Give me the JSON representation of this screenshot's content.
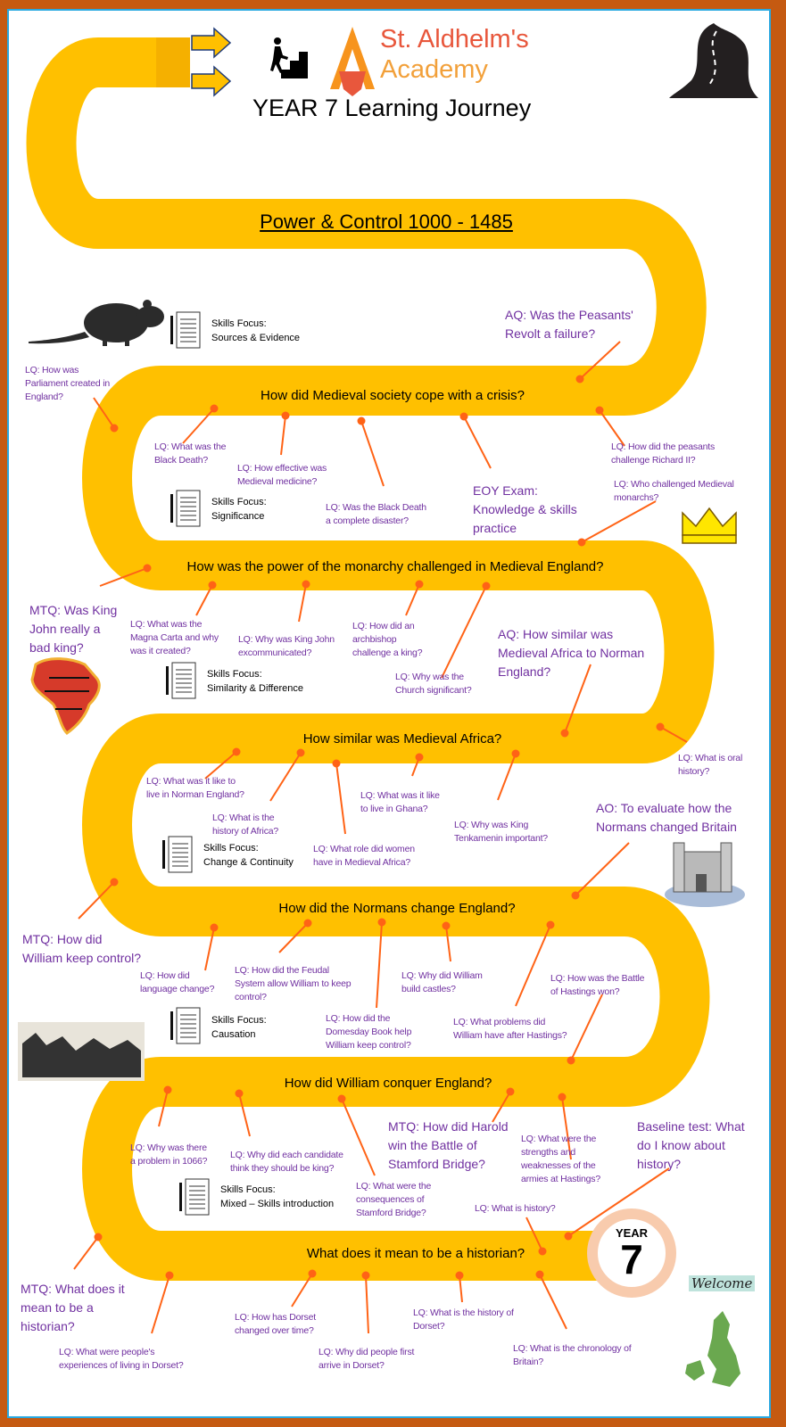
{
  "header": {
    "school_line1": "St. Aldhelm's",
    "school_line2": "Academy",
    "title": "YEAR 7 Learning Journey"
  },
  "road_headings": [
    "Power & Control 1000 - 1485",
    "How did Medieval society cope with a crisis?",
    "How was the power of the monarchy challenged in Medieval England?",
    "How similar was Medieval Africa?",
    "How did the Normans change England?",
    "How did William conquer England?",
    "What does it mean to be a historian?"
  ],
  "skills": [
    {
      "label": "Skills Focus:",
      "value": "Sources & Evidence"
    },
    {
      "label": "Skills Focus:",
      "value": "Significance"
    },
    {
      "label": "Skills Focus:",
      "value": "Similarity & Difference"
    },
    {
      "label": "Skills Focus:",
      "value": "Change & Continuity"
    },
    {
      "label": "Skills Focus:",
      "value": "Causation"
    },
    {
      "label": "Skills Focus:",
      "value": "Mixed – Skills introduction"
    }
  ],
  "questions": [
    {
      "text": "AQ: Was the Peasants'\nRevolt a failure?"
    },
    {
      "text": "LQ: How was\nParliament created in\nEngland?"
    },
    {
      "text": "LQ: What was the\nBlack Death?"
    },
    {
      "text": "LQ: How effective was\nMedieval medicine?"
    },
    {
      "text": "LQ: Was the Black Death\na complete disaster?"
    },
    {
      "text": "EOY Exam:\nKnowledge & skills\npractice"
    },
    {
      "text": "LQ: How did the peasants\nchallenge Richard II?"
    },
    {
      "text": "LQ: Who challenged Medieval\nmonarchs?"
    },
    {
      "text": "MTQ: Was King\nJohn really a\nbad king?"
    },
    {
      "text": "LQ: What was the\nMagna Carta and why\nwas it created?"
    },
    {
      "text": "LQ: Why was King John\nexcommunicated?"
    },
    {
      "text": "LQ: How did an\narchbishop\nchallenge a king?"
    },
    {
      "text": "LQ: Why was the\nChurch significant?"
    },
    {
      "text": "AQ: How similar was\nMedieval Africa to Norman\nEngland?"
    },
    {
      "text": "LQ: What is oral\nhistory?"
    },
    {
      "text": "LQ: What was it like to\nlive in Norman England?"
    },
    {
      "text": "LQ: What is the\nhistory of Africa?"
    },
    {
      "text": "LQ: What was it like\nto live in Ghana?"
    },
    {
      "text": "LQ: Why was King\nTenkamenin important?"
    },
    {
      "text": "LQ: What role did women\nhave in Medieval Africa?"
    },
    {
      "text": "AO: To evaluate how the\nNormans changed Britain"
    },
    {
      "text": "MTQ: How did\nWilliam keep control?"
    },
    {
      "text": "LQ: How did\nlanguage change?"
    },
    {
      "text": "LQ: How did the Feudal\nSystem allow William to keep\ncontrol?"
    },
    {
      "text": "LQ: Why did William\nbuild castles?"
    },
    {
      "text": "LQ: How was the Battle\nof Hastings won?"
    },
    {
      "text": "LQ: How did the\nDomesday Book help\nWilliam keep control?"
    },
    {
      "text": "LQ: What problems did\nWilliam have after Hastings?"
    },
    {
      "text": "LQ: Why was there\na problem in 1066?"
    },
    {
      "text": "LQ: Why did each candidate\nthink they should be king?"
    },
    {
      "text": "MTQ: How did Harold\nwin the Battle of\nStamford Bridge?"
    },
    {
      "text": "LQ: What were the\nstrengths and\nweaknesses of the\narmies at Hastings?"
    },
    {
      "text": "Baseline test: What\ndo I know about\nhistory?"
    },
    {
      "text": "LQ: What were the\nconsequences of\nStamford Bridge?"
    },
    {
      "text": "LQ: What is history?"
    },
    {
      "text": "MTQ: What does it\nmean to be a\nhistorian?"
    },
    {
      "text": "LQ: How has Dorset\nchanged over time?"
    },
    {
      "text": "LQ: What is the history of\nDorset?"
    },
    {
      "text": "LQ: What were people's\nexperiences of living in Dorset?"
    },
    {
      "text": "LQ: Why did people first\narrive in Dorset?"
    },
    {
      "text": "LQ: What is the chronology of\nBritain?"
    }
  ],
  "badge": {
    "line1": "YEAR",
    "line2": "7"
  },
  "welcome": "Welcome",
  "colors": {
    "road": "#ffc000",
    "connector": "#ff6316",
    "question": "#7030a0",
    "border": "#c55a11",
    "frame": "#29a8e0"
  },
  "icons": [
    "arrow-right-icon",
    "stairs-climber-icon",
    "academy-logo",
    "winding-road-icon",
    "rat-image",
    "notepad-icon",
    "crown-image",
    "africa-map-image",
    "castle-image",
    "bayeux-tapestry-image",
    "uk-map-image"
  ]
}
